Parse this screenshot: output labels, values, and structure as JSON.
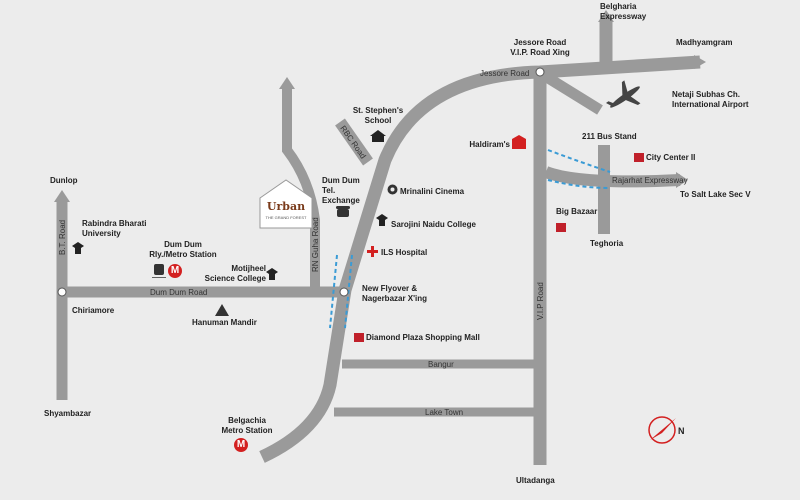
{
  "roads": {
    "jessore_road": "Jessore Road",
    "rbc_road": "RBC Road",
    "rn_guha_road": "RN Guha Road",
    "dum_dum_road": "Dum Dum Road",
    "bt_road": "B.T. Road",
    "vip_road": "V.I.P Road",
    "rajarhat_expressway": "Rajarhat Expressway",
    "bangur": "Bangur",
    "lake_town": "Lake Town"
  },
  "places": {
    "belgharia_expressway": "Belgharia\nExpressway",
    "madhyamgram": "Madhyamgram",
    "jessore_vip_xing": "Jessore Road\nV.I.P. Road Xing",
    "airport": "Netaji Subhas Ch.\nInternational Airport",
    "bus_stand_211": "211 Bus Stand",
    "city_center": "City Center II",
    "to_salt_lake": "To Salt Lake Sec V",
    "big_bazaar": "Big Bazaar",
    "teghoria": "Teghoria",
    "haldirams": "Haldiram's",
    "st_stephens": "St. Stephen's\nSchool",
    "dum_dum_tel": "Dum Dum\nTel.\nExchange",
    "mrinalini": "Mrinalini Cinema",
    "sarojini": "Sarojini Naidu College",
    "ils": "ILS Hospital",
    "new_flyover": "New Flyover &\nNagerbazar X'ing",
    "diamond_plaza": "Diamond Plaza Shopping Mall",
    "dunlop": "Dunlop",
    "rabindra_bharati": "Rabindra Bharati\nUniversity",
    "dum_dum_metro": "Dum Dum\nRly./Metro Station",
    "motijheel": "Motijheel\nScience College",
    "chiriamore": "Chiriamore",
    "hanuman_mandir": "Hanuman Mandir",
    "shyambazar": "Shyambazar",
    "belgachia": "Belgachia\nMetro Station",
    "ultadanga": "Ultadanga"
  },
  "logo": {
    "brand": "Urban",
    "tagline": "THE GRAND FOREST"
  },
  "compass": {
    "north": "N"
  },
  "metro_letter": "M",
  "colors": {
    "road": "#9a9a9a",
    "background": "#ececec",
    "flyover": "#3a9bd5",
    "marker": "#d32020"
  }
}
